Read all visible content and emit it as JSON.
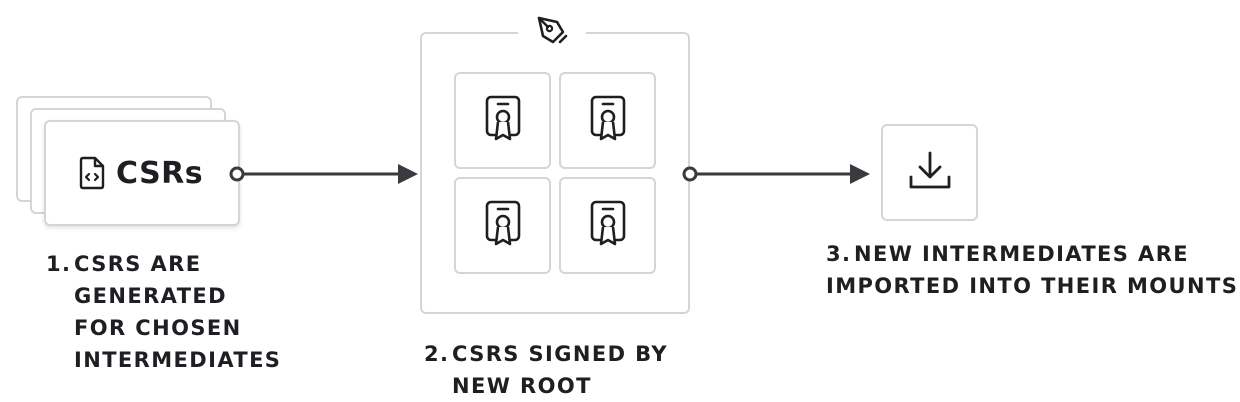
{
  "csr_stack": {
    "label": "CSRs",
    "icon": "code-file-icon"
  },
  "steps": {
    "one": {
      "num": "1.",
      "lines": [
        "CSRS ARE",
        "GENERATED",
        "FOR CHOSEN",
        "INTERMEDIATES"
      ]
    },
    "two": {
      "num": "2.",
      "lines": [
        "CSRS SIGNED BY",
        "NEW ROOT"
      ]
    },
    "three": {
      "num": "3.",
      "lines": [
        "NEW INTERMEDIATES ARE",
        "IMPORTED INTO THEIR MOUNTS"
      ]
    }
  },
  "icons": {
    "signing": "pen-nib-icon",
    "certificate": "certificate-icon",
    "import": "download-icon"
  },
  "colors": {
    "stroke": "#1f1f23",
    "border": "#d4d4d9",
    "arrow": "#3a3a3f"
  }
}
